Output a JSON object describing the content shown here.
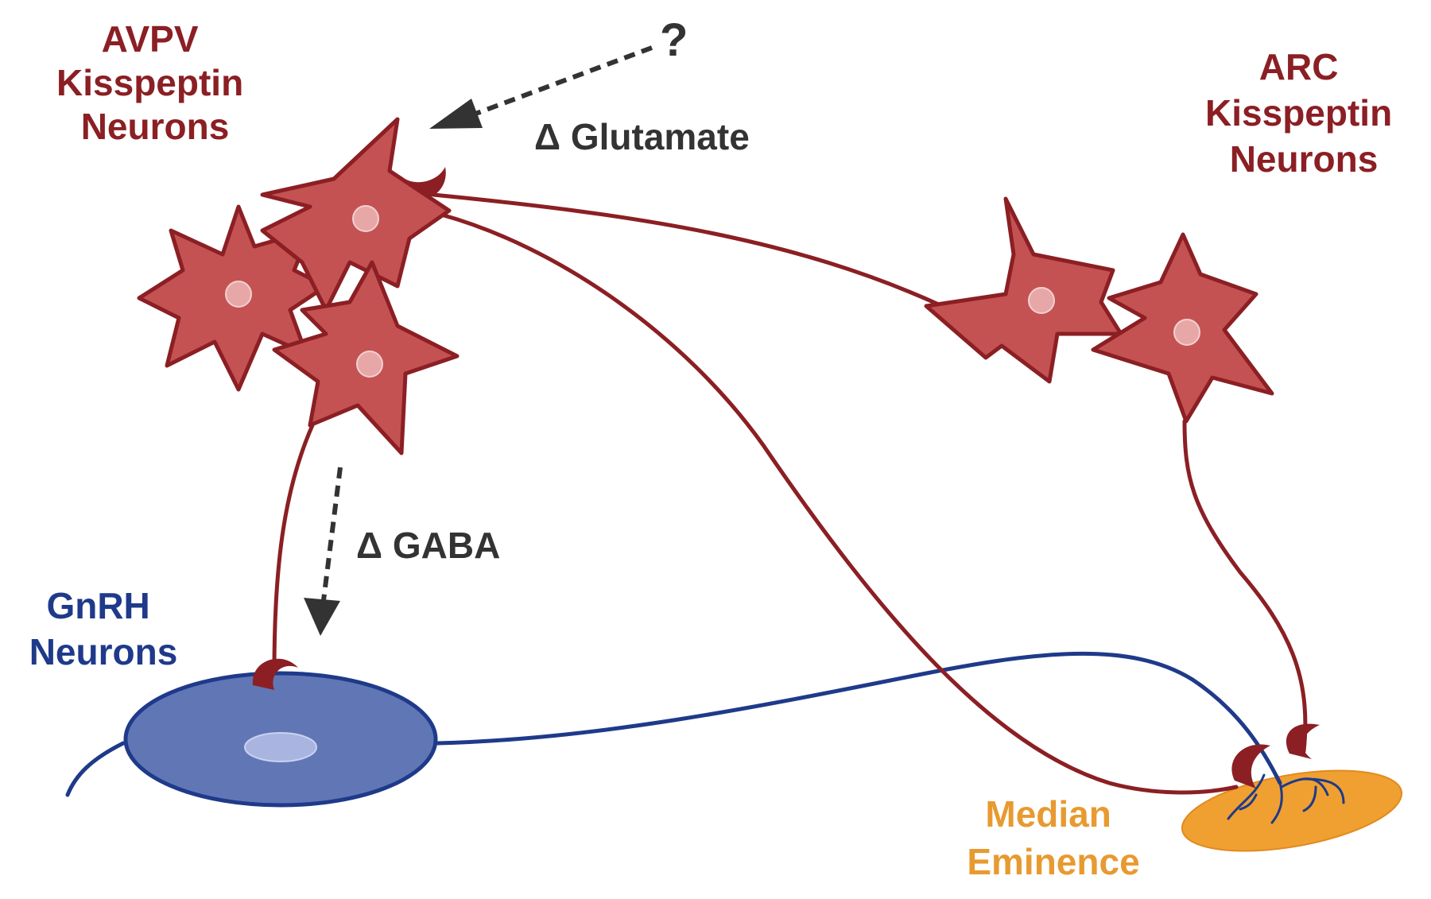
{
  "labels": {
    "avpv": [
      "AVPV",
      "Kisspeptin",
      "Neurons"
    ],
    "arc": [
      "ARC",
      "Kisspeptin",
      "Neurons"
    ],
    "gnrh": [
      "GnRH",
      "Neurons"
    ],
    "median": [
      "Median",
      "Eminence"
    ],
    "question": "?",
    "glutamate": "Δ Glutamate",
    "gaba": "Δ GABA"
  },
  "colors": {
    "kisspeptin": "#8b1f24",
    "soma_fill": "#c45252",
    "gnrh": "#1f3a8a",
    "gnrh_fill": "#6177b5",
    "median_eminence": "#e89a30",
    "arrow": "#333333"
  }
}
